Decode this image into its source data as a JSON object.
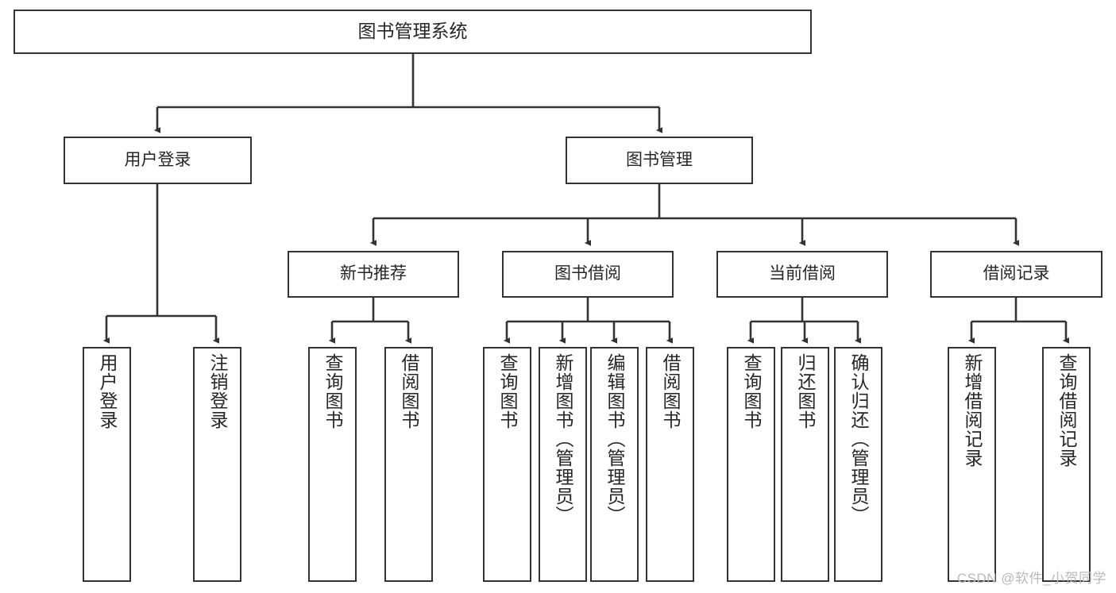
{
  "diagram": {
    "title": "图书管理系统",
    "type": "tree-hierarchy-chart",
    "colors": {
      "box_border": "#333333",
      "box_fill": "#ffffff",
      "edge": "#333333",
      "text": "#262626",
      "watermark": "#b9b9b9",
      "background": "#ffffff"
    },
    "nodes": {
      "root": {
        "label": "图书管理系统"
      },
      "level2": [
        {
          "id": "user-login",
          "label": "用户登录"
        },
        {
          "id": "book-manage",
          "label": "图书管理"
        }
      ],
      "level3": [
        {
          "id": "new-book-recommend",
          "label": "新书推荐"
        },
        {
          "id": "book-borrow",
          "label": "图书借阅"
        },
        {
          "id": "current-borrow",
          "label": "当前借阅"
        },
        {
          "id": "borrow-record",
          "label": "借阅记录"
        }
      ],
      "leaves": {
        "user-login": [
          {
            "id": "leaf-user-login",
            "label": "用户登录"
          },
          {
            "id": "leaf-logout-login",
            "label": "注销登录"
          }
        ],
        "new-book-recommend": [
          {
            "id": "leaf-query-book-1",
            "label": "查询图书"
          },
          {
            "id": "leaf-borrow-book-1",
            "label": "借阅图书"
          }
        ],
        "book-borrow": [
          {
            "id": "leaf-query-book-2",
            "label": "查询图书"
          },
          {
            "id": "leaf-add-book",
            "label": "新增图书（管理员）"
          },
          {
            "id": "leaf-edit-book",
            "label": "编辑图书（管理员）"
          },
          {
            "id": "leaf-borrow-book-2",
            "label": "借阅图书"
          }
        ],
        "current-borrow": [
          {
            "id": "leaf-query-book-3",
            "label": "查询图书"
          },
          {
            "id": "leaf-return-book",
            "label": "归还图书"
          },
          {
            "id": "leaf-confirm-return",
            "label": "确认归还（管理员）"
          }
        ],
        "borrow-record": [
          {
            "id": "leaf-add-record",
            "label": "新增借阅记录"
          },
          {
            "id": "leaf-query-record",
            "label": "查询借阅记录"
          }
        ]
      }
    },
    "watermark": "CSDN @软件_小贺同学"
  }
}
